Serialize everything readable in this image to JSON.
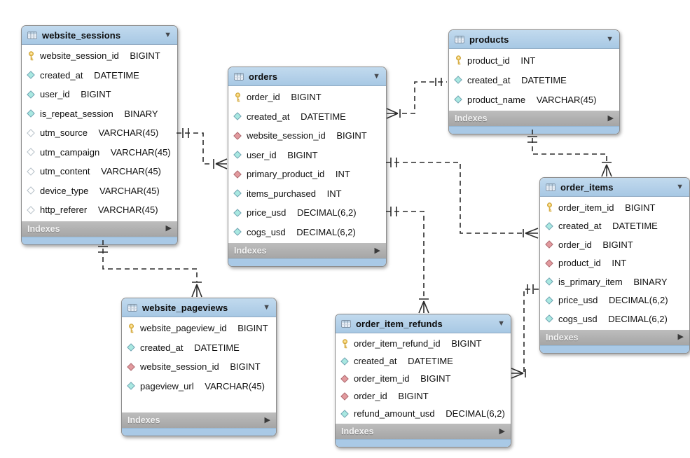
{
  "ui": {
    "collapse_glyph": "▼",
    "expand_glyph": "▶"
  },
  "colors": {
    "table_header_blue": "#abc9e4",
    "table_bottom_strip_blue": "#a9c9e6",
    "indexes_bar_gray": "#ababab",
    "connector_line": "#2b2b2b",
    "primary_key_yellow": "#f2c95e",
    "attribute_diamond_teal": "#a9e8e1",
    "foreign_key_diamond_red": "#e29a9e",
    "nullable_diamond_white": "#ffffff"
  },
  "diagram": {
    "tables": [
      {
        "id": "website_sessions",
        "title": "website_sessions",
        "footer_label": "Indexes",
        "columns": [
          {
            "name": "website_session_id",
            "type": "BIGINT",
            "icon": "primary-key"
          },
          {
            "name": "created_at",
            "type": "DATETIME",
            "icon": "attribute"
          },
          {
            "name": "user_id",
            "type": "BIGINT",
            "icon": "attribute"
          },
          {
            "name": "is_repeat_session",
            "type": "BINARY",
            "icon": "attribute"
          },
          {
            "name": "utm_source",
            "type": "VARCHAR(45)",
            "icon": "attribute-nullable"
          },
          {
            "name": "utm_campaign",
            "type": "VARCHAR(45)",
            "icon": "attribute-nullable"
          },
          {
            "name": "utm_content",
            "type": "VARCHAR(45)",
            "icon": "attribute-nullable"
          },
          {
            "name": "device_type",
            "type": "VARCHAR(45)",
            "icon": "attribute-nullable"
          },
          {
            "name": "http_referer",
            "type": "VARCHAR(45)",
            "icon": "attribute-nullable"
          }
        ]
      },
      {
        "id": "orders",
        "title": "orders",
        "footer_label": "Indexes",
        "columns": [
          {
            "name": "order_id",
            "type": "BIGINT",
            "icon": "primary-key"
          },
          {
            "name": "created_at",
            "type": "DATETIME",
            "icon": "attribute"
          },
          {
            "name": "website_session_id",
            "type": "BIGINT",
            "icon": "foreign-key"
          },
          {
            "name": "user_id",
            "type": "BIGINT",
            "icon": "attribute"
          },
          {
            "name": "primary_product_id",
            "type": "INT",
            "icon": "foreign-key"
          },
          {
            "name": "items_purchased",
            "type": "INT",
            "icon": "attribute"
          },
          {
            "name": "price_usd",
            "type": "DECIMAL(6,2)",
            "icon": "attribute"
          },
          {
            "name": "cogs_usd",
            "type": "DECIMAL(6,2)",
            "icon": "attribute"
          }
        ]
      },
      {
        "id": "products",
        "title": "products",
        "footer_label": "Indexes",
        "columns": [
          {
            "name": "product_id",
            "type": "INT",
            "icon": "primary-key"
          },
          {
            "name": "created_at",
            "type": "DATETIME",
            "icon": "attribute"
          },
          {
            "name": "product_name",
            "type": "VARCHAR(45)",
            "icon": "attribute"
          }
        ]
      },
      {
        "id": "order_items",
        "title": "order_items",
        "footer_label": "Indexes",
        "columns": [
          {
            "name": "order_item_id",
            "type": "BIGINT",
            "icon": "primary-key"
          },
          {
            "name": "created_at",
            "type": "DATETIME",
            "icon": "attribute"
          },
          {
            "name": "order_id",
            "type": "BIGINT",
            "icon": "foreign-key"
          },
          {
            "name": "product_id",
            "type": "INT",
            "icon": "foreign-key"
          },
          {
            "name": "is_primary_item",
            "type": "BINARY",
            "icon": "attribute"
          },
          {
            "name": "price_usd",
            "type": "DECIMAL(6,2)",
            "icon": "attribute"
          },
          {
            "name": "cogs_usd",
            "type": "DECIMAL(6,2)",
            "icon": "attribute"
          }
        ]
      },
      {
        "id": "website_pageviews",
        "title": "website_pageviews",
        "footer_label": "Indexes",
        "columns": [
          {
            "name": "website_pageview_id",
            "type": "BIGINT",
            "icon": "primary-key"
          },
          {
            "name": "created_at",
            "type": "DATETIME",
            "icon": "attribute"
          },
          {
            "name": "website_session_id",
            "type": "BIGINT",
            "icon": "foreign-key"
          },
          {
            "name": "pageview_url",
            "type": "VARCHAR(45)",
            "icon": "attribute"
          }
        ]
      },
      {
        "id": "order_item_refunds",
        "title": "order_item_refunds",
        "footer_label": "Indexes",
        "columns": [
          {
            "name": "order_item_refund_id",
            "type": "BIGINT",
            "icon": "primary-key"
          },
          {
            "name": "created_at",
            "type": "DATETIME",
            "icon": "attribute"
          },
          {
            "name": "order_item_id",
            "type": "BIGINT",
            "icon": "foreign-key"
          },
          {
            "name": "order_id",
            "type": "BIGINT",
            "icon": "foreign-key"
          },
          {
            "name": "refund_amount_usd",
            "type": "DECIMAL(6,2)",
            "icon": "attribute"
          }
        ]
      }
    ],
    "relationships": [
      {
        "id": "website_sessions_to_orders",
        "from_table": "website_sessions",
        "to_table": "orders",
        "from_cardinality": "exactly-one",
        "to_cardinality": "many",
        "line_style": "dashed"
      },
      {
        "id": "website_sessions_to_website_pageviews",
        "from_table": "website_sessions",
        "to_table": "website_pageviews",
        "from_cardinality": "exactly-one",
        "to_cardinality": "many",
        "line_style": "dashed"
      },
      {
        "id": "products_to_orders",
        "from_table": "products",
        "to_table": "orders",
        "from_cardinality": "exactly-one",
        "to_cardinality": "many",
        "line_style": "dashed"
      },
      {
        "id": "products_to_order_items",
        "from_table": "products",
        "to_table": "order_items",
        "from_cardinality": "exactly-one",
        "to_cardinality": "many",
        "line_style": "dashed"
      },
      {
        "id": "orders_to_order_items",
        "from_table": "orders",
        "to_table": "order_items",
        "from_cardinality": "exactly-one",
        "to_cardinality": "many",
        "line_style": "dashed"
      },
      {
        "id": "orders_to_order_item_refunds",
        "from_table": "orders",
        "to_table": "order_item_refunds",
        "from_cardinality": "exactly-one",
        "to_cardinality": "many",
        "line_style": "dashed"
      },
      {
        "id": "order_items_to_order_item_refunds",
        "from_table": "order_items",
        "to_table": "order_item_refunds",
        "from_cardinality": "exactly-one",
        "to_cardinality": "many",
        "line_style": "dashed"
      }
    ]
  }
}
